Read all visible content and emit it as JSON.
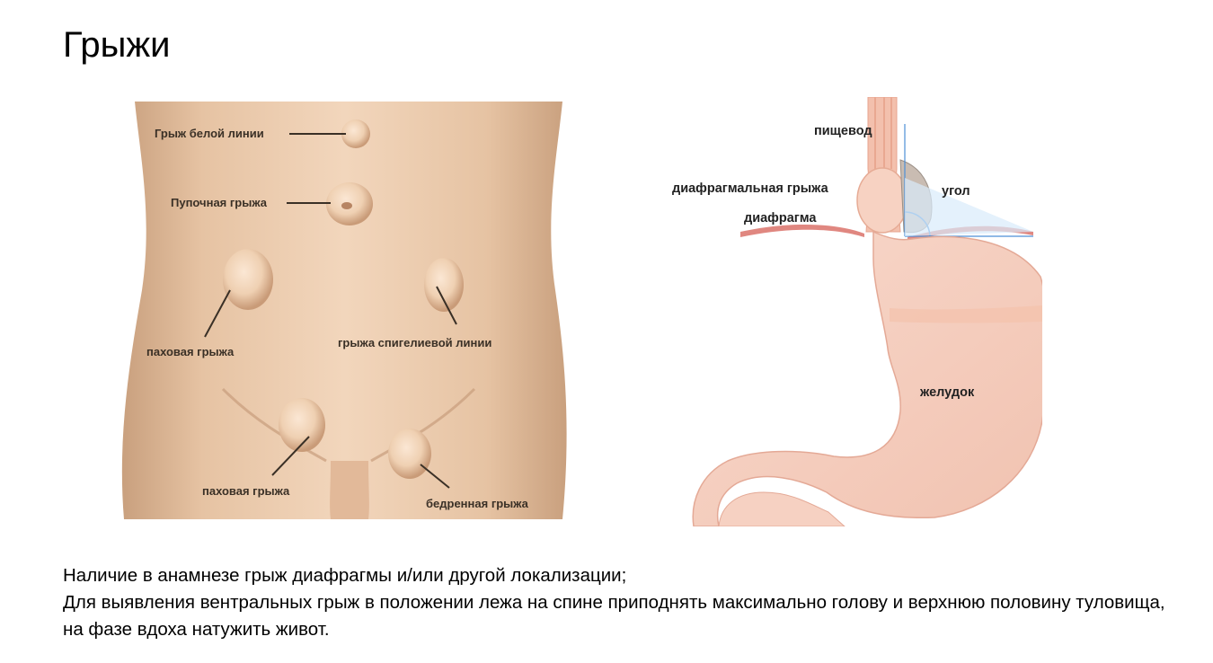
{
  "slide": {
    "title": "Грыжи",
    "paragraphs": [
      "Наличие в анамнезе грыж диафрагмы и/или другой локализации;",
      "Для выявления вентральных грыж в положении лежа на спине приподнять максимально голову и верхнюю половину туловища, на фазе вдоха натужить живот."
    ]
  },
  "torso_figure": {
    "labels": {
      "linea_alba": "Грыж белой линии",
      "umbilical": "Пупочная грыжа",
      "inguinal_left": "паховая грыжа",
      "spigelian": "грыжа спигелиевой линии",
      "inguinal_bottom": "паховая грыжа",
      "femoral": "бедренная грыжа"
    }
  },
  "stomach_figure": {
    "labels": {
      "esophagus": "пищевод",
      "hiatal_hernia": "диафрагмальная грыжа",
      "angle": "угол",
      "diaphragm": "диафрагма",
      "stomach": "желудок"
    }
  }
}
